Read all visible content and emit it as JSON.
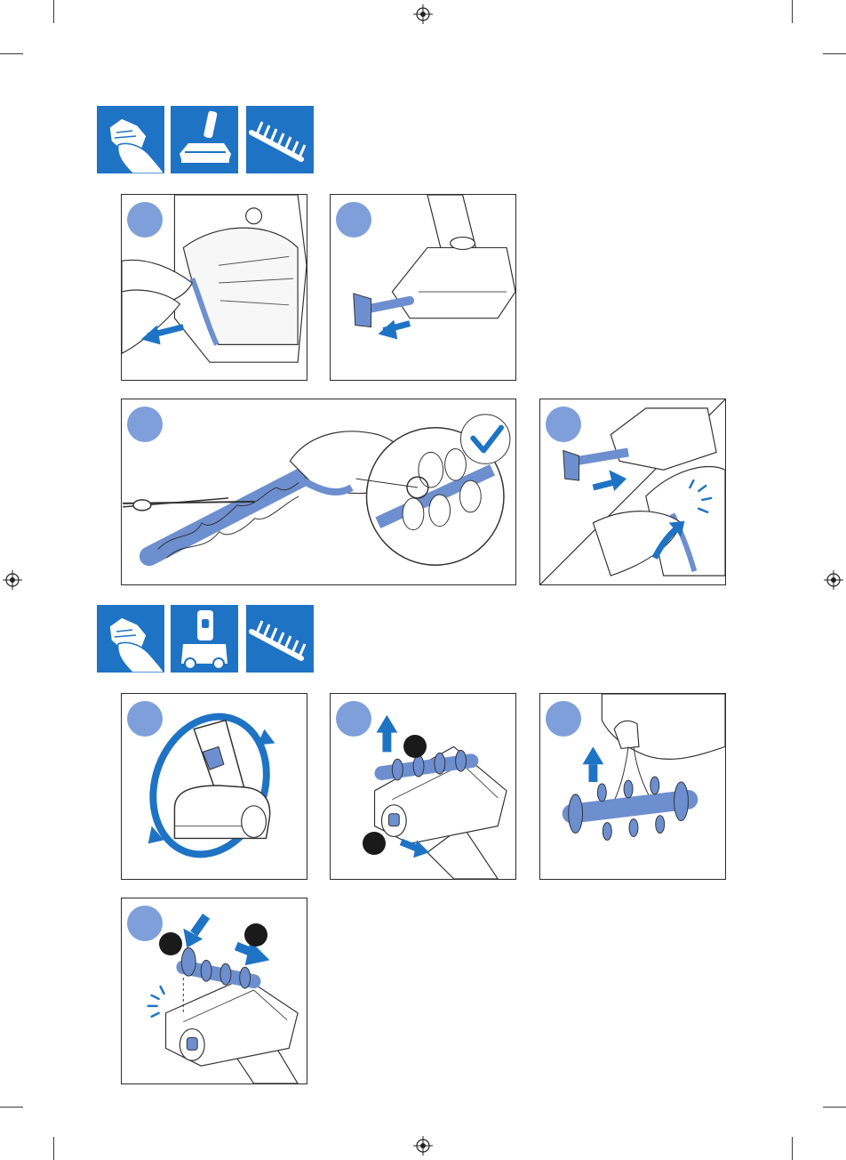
{
  "brand_color": "#1f73c4",
  "accent_light": "#7e9fd9",
  "part_color": "#6d8fcf",
  "icons": {
    "row1": [
      "wipe-cloth-icon",
      "floor-nozzle-icon",
      "brush-roll-icon"
    ],
    "row2": [
      "wipe-cloth-icon",
      "mini-turbo-brush-icon",
      "brush-roll-icon"
    ]
  },
  "panels": [
    {
      "name": "remove-side-cover",
      "action": "pull-left"
    },
    {
      "name": "slide-out-brush",
      "action": "pull-left"
    },
    {
      "name": "cut-hair-scissors",
      "action": "cut",
      "check": "check-icon"
    },
    {
      "name": "reinsert-brush-click",
      "action": "push-right-click"
    },
    {
      "name": "rotate-turbo-brush",
      "action": "rotate"
    },
    {
      "name": "open-and-lift-brush",
      "action": "slide-and-lift"
    },
    {
      "name": "pull-hair-off-brush",
      "action": "lift"
    },
    {
      "name": "reinsert-turbo-brush",
      "action": "insert-and-slide"
    }
  ]
}
